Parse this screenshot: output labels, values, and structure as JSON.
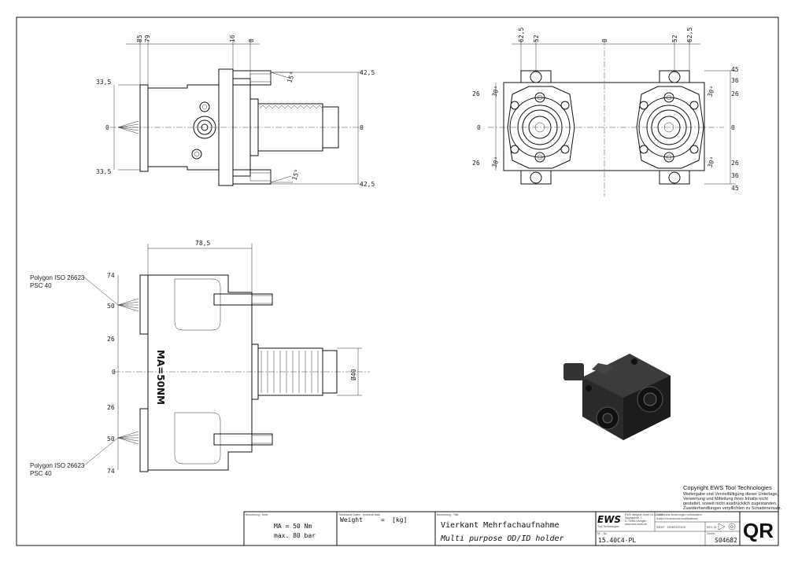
{
  "top_view": {
    "dims_top": [
      "85",
      "79",
      "16",
      "0"
    ],
    "dims_left": [
      "33,5",
      "0",
      "33,5"
    ],
    "dims_right": [
      "42,5",
      "0",
      "42,5"
    ],
    "angle_top": "15°",
    "angle_bottom": "15°"
  },
  "front_view": {
    "dims_top": [
      "62,5",
      "52",
      "0",
      "52",
      "62,5"
    ],
    "dims_left": [
      "26",
      "0",
      "26"
    ],
    "angles_left": [
      "30°",
      "30°"
    ],
    "angles_right": [
      "30°",
      "30°"
    ],
    "dims_right": [
      "45",
      "36",
      "26",
      "0",
      "26",
      "36",
      "45"
    ]
  },
  "side_view": {
    "dim_width": "78,5",
    "dims_left": [
      "74",
      "50",
      "26",
      "0",
      "26",
      "50",
      "74"
    ],
    "label_top_1": "Polygon ISO 26623",
    "label_top_2": "PSC 40",
    "label_bottom_1": "Polygon ISO 26623",
    "label_bottom_2": "PSC 40",
    "torque_mark": "MA=50NM",
    "diameter": "Ø40"
  },
  "copyright": {
    "heading": "Copyright EWS Tool Technologies",
    "lines": [
      "Weitergabe und Vervielfältigung dieser Unterlage,",
      "Verwertung und Mitteilung ihres Inhalts nicht",
      "gestattet, soweit nicht ausdrücklich zugestanden.",
      "Zuwiderhandlungen verpflichten zu Schadenersatz."
    ]
  },
  "title_block": {
    "remark_caption": "Bemerkung - Note",
    "remark_1": "MA = 50 Nm",
    "remark_2": "max. 80 bar",
    "tech_caption": "Technische Daten - technical data",
    "weight_label": "Weight",
    "weight_eq": "=",
    "weight_unit": "[kg]",
    "name_caption": "Benennung - Title",
    "title_de": "Vierkant Mehrfachaufnahme",
    "title_en": "Multi purpose OD/ID holder",
    "logo": "EWS",
    "logo_sub": "Tool Technologies",
    "company_lines": [
      "EWS Weigele GmbH & Co. KG",
      "Maybachstr. 1",
      "D-73066 Uhingen",
      "www.ews-tools.de"
    ],
    "change_note_1": "Technische Änderungen vorbehalten!",
    "change_note_2": "Subject to technical modifications!",
    "ident_label": "IDENT",
    "ident_value": "DEWS2379GS",
    "rev_label": "REV.",
    "rev_value": "-/B",
    "part_caption": "Nr. - No.",
    "part_no": "15.40C4-PL",
    "drawing_caption": "Zeichn.",
    "drawing_no": "S04682",
    "qr": "QR"
  }
}
